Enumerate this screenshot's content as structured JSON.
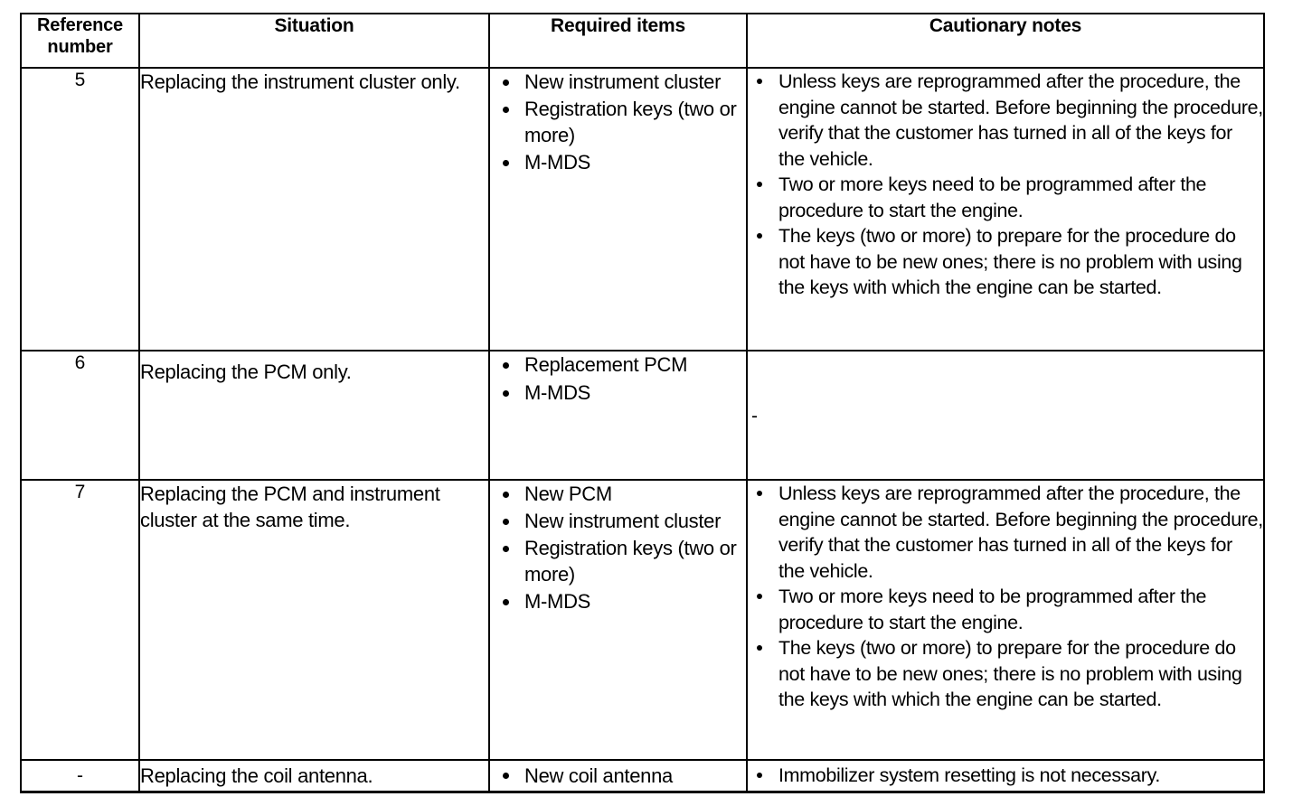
{
  "table": {
    "headers": [
      {
        "id": "reference-number",
        "label": "Reference\nnumber",
        "line1": "Reference",
        "line2": "number"
      },
      {
        "id": "situation",
        "label": "Situation"
      },
      {
        "id": "required-items",
        "label": "Required items"
      },
      {
        "id": "cautionary-notes",
        "label": "Cautionary notes"
      }
    ],
    "rows": [
      {
        "reference_number": "5",
        "situation": "Replacing the instrument cluster only.",
        "required_items": [
          "New instrument cluster",
          "Registration keys (two or more)",
          "M-MDS"
        ],
        "cautionary_notes": [
          "Unless keys are reprogrammed after the procedure, the engine cannot be started. Before beginning the procedure, verify that the customer has turned in all of the keys for the vehicle.",
          "Two or more keys need to be programmed after the procedure to start the engine.",
          "The keys (two or more) to prepare for the procedure do not have to be new ones; there is no problem with using the keys with which the engine can be started."
        ]
      },
      {
        "reference_number": "6",
        "situation": "Replacing the PCM only.",
        "required_items": [
          "Replacement PCM",
          "M-MDS"
        ],
        "cautionary_notes_placeholder": "-",
        "cautionary_notes": []
      },
      {
        "reference_number": "7",
        "situation": "Replacing the PCM and instrument cluster at the same time.",
        "required_items": [
          "New PCM",
          "New instrument cluster",
          "Registration keys (two or more)",
          "M-MDS"
        ],
        "cautionary_notes": [
          "Unless keys are reprogrammed after the procedure, the engine cannot be started. Before beginning the procedure, verify that the customer has turned in all of the keys for the vehicle.",
          "Two or more keys need to be programmed after the procedure to start the engine.",
          "The keys (two or more) to prepare for the procedure do not have to be new ones; there is no problem with using the keys with which the engine can be started."
        ]
      },
      {
        "reference_number": "-",
        "situation": "Replacing the coil antenna.",
        "required_items": [
          "New coil antenna"
        ],
        "cautionary_notes": [
          "Immobilizer system resetting is not necessary."
        ]
      }
    ]
  },
  "colors": {
    "border": "#000000",
    "text": "#000000",
    "background": "#ffffff"
  }
}
